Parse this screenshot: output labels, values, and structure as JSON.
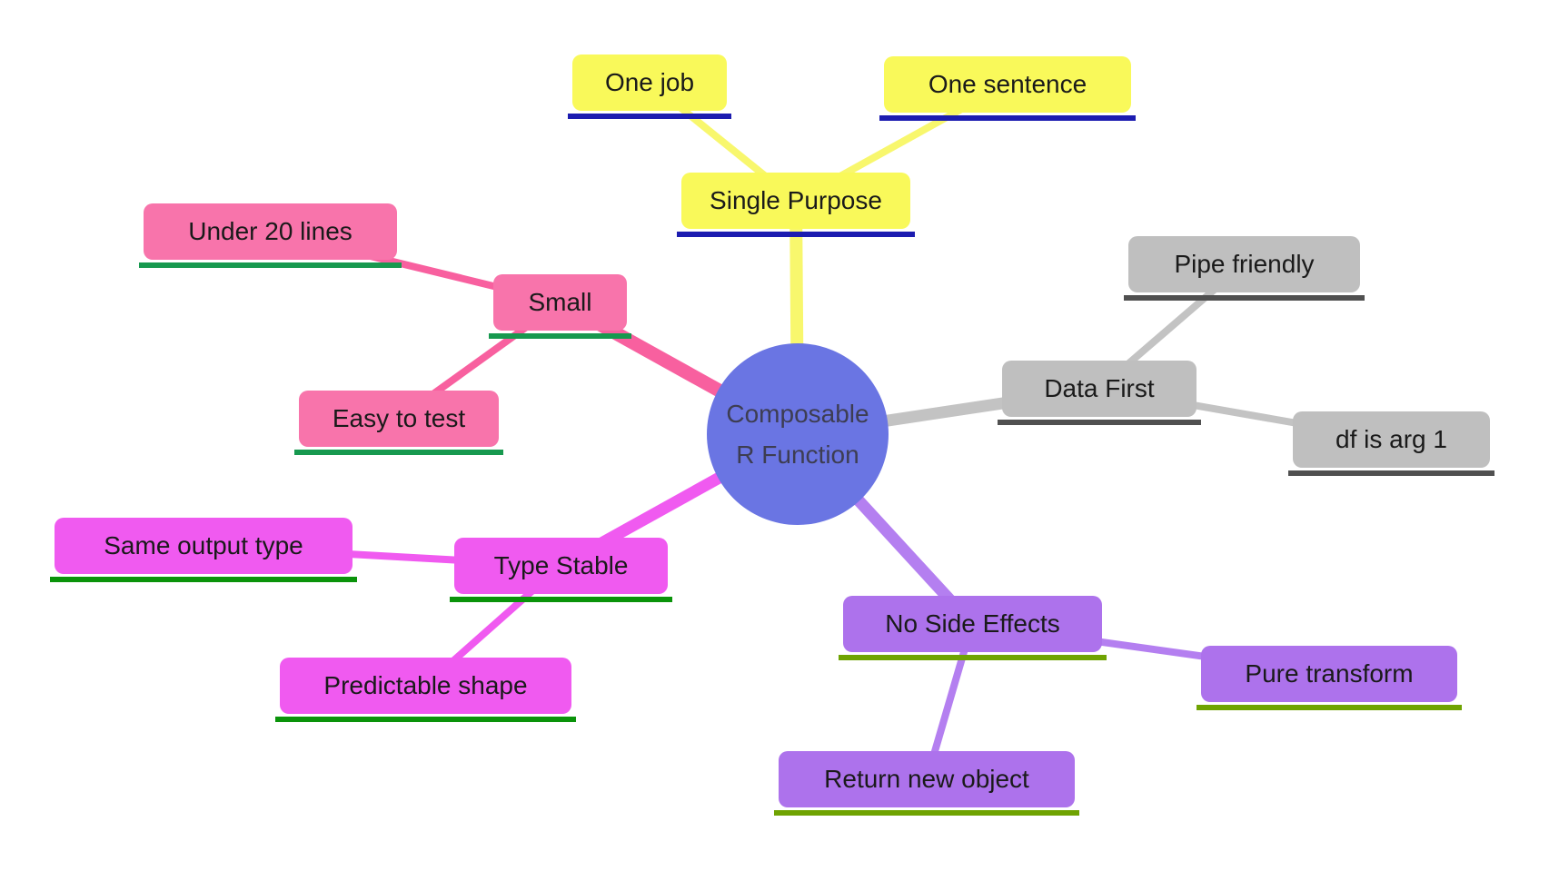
{
  "mindmap": {
    "center": {
      "label": "Composable R Function",
      "lines": [
        "Composable",
        "R Function"
      ],
      "fill": "#6a75e3",
      "text_color": "#3d3d52"
    },
    "branches": [
      {
        "label": "Single Purpose",
        "fill": "#f9f95a",
        "underline_color": "#1c1cb0",
        "edge_color": "#f8f76d",
        "children": [
          {
            "label": "One job"
          },
          {
            "label": "One sentence"
          }
        ]
      },
      {
        "label": "Small",
        "fill": "#f874ab",
        "underline_color": "#17994f",
        "edge_color": "#f8609f",
        "children": [
          {
            "label": "Under 20 lines"
          },
          {
            "label": "Easy to test"
          }
        ]
      },
      {
        "label": "Data First",
        "fill": "#bfbfbf",
        "underline_color": "#505050",
        "edge_color": "#c3c3c3",
        "children": [
          {
            "label": "Pipe friendly"
          },
          {
            "label": "df is arg 1"
          }
        ]
      },
      {
        "label": "Type Stable",
        "fill": "#f05af0",
        "underline_color": "#0a930a",
        "edge_color": "#f05af0",
        "children": [
          {
            "label": "Same output type"
          },
          {
            "label": "Predictable shape"
          }
        ]
      },
      {
        "label": "No Side Effects",
        "fill": "#ad72ec",
        "underline_color": "#6fa302",
        "edge_color": "#b47ff0",
        "children": [
          {
            "label": "Pure transform"
          },
          {
            "label": "Return new object"
          }
        ]
      }
    ]
  }
}
